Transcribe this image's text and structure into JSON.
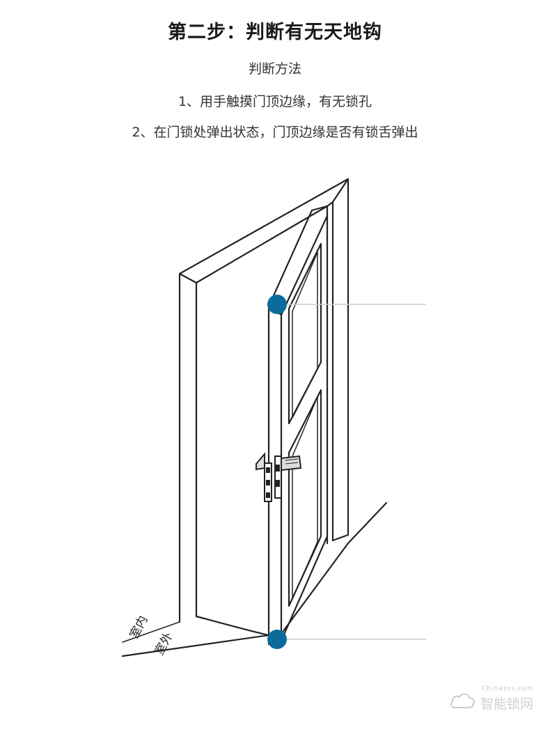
{
  "header": {
    "title": "第二步：判断有无天地钩",
    "subtitle": "判断方法"
  },
  "steps": [
    {
      "text": "1、用手触摸门顶边缘，有无锁孔"
    },
    {
      "text": "2、在门锁处弹出状态，门顶边缘是否有锁舌弹出"
    }
  ],
  "diagram": {
    "label_indoor": "室内",
    "label_outdoor": "室外",
    "marker_color": "#0b6c9c",
    "line_color": "#222222",
    "leader_color": "#cccccc"
  },
  "watermark": {
    "small_text": "Chinazns.com",
    "large_text": "智能锁网"
  }
}
